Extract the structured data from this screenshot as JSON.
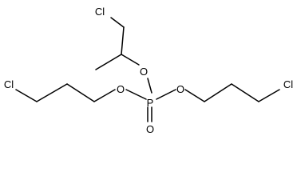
{
  "structure": {
    "atoms": {
      "p": "P",
      "o_double": "O",
      "o_top": "O",
      "o_left": "O",
      "o_right": "O",
      "cl_top": "Cl",
      "cl_left": "Cl",
      "cl_right": "Cl"
    }
  }
}
